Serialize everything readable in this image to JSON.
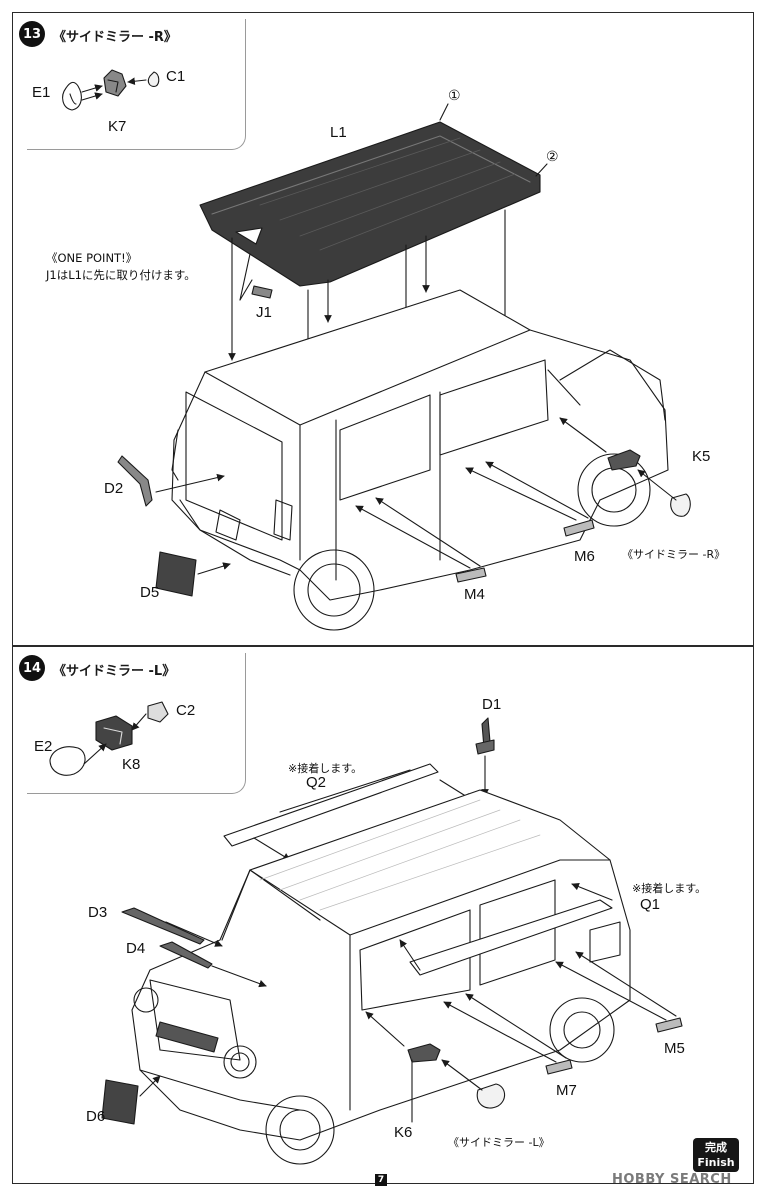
{
  "step13": {
    "number": "13",
    "title": "《サイドミラー -R》",
    "mirror_parts": {
      "e": "E1",
      "c": "C1",
      "k": "K7"
    },
    "callout_1": "①",
    "callout_2": "②",
    "roof": "L1",
    "one_point_title": "《ONE POINT!》",
    "one_point_text": "J1はL1に先に取り付けます。",
    "parts": {
      "j1": "J1",
      "d2": "D2",
      "d5": "D5",
      "m4": "M4",
      "m6": "M6",
      "k5": "K5"
    },
    "mirror_caption": "《サイドミラー -R》"
  },
  "step14": {
    "number": "14",
    "title": "《サイドミラー -L》",
    "mirror_parts": {
      "e": "E2",
      "c": "C2",
      "k": "K8"
    },
    "glue_note_q2": "※接着します。",
    "glue_note_q1": "※接着します。",
    "parts": {
      "d1": "D1",
      "q2": "Q2",
      "q1": "Q1",
      "d3": "D3",
      "d4": "D4",
      "d6": "D6",
      "m5": "M5",
      "m7": "M7",
      "k6": "K6"
    },
    "mirror_caption": "《サイドミラー -L》"
  },
  "finish_jp": "完成",
  "finish_en": "Finish",
  "page_number": "7",
  "watermark": "HOBBY SEARCH",
  "colors": {
    "roof": "#3c3c3c",
    "ink": "#1a1a1a",
    "part_fill": "#8a8a8a"
  }
}
